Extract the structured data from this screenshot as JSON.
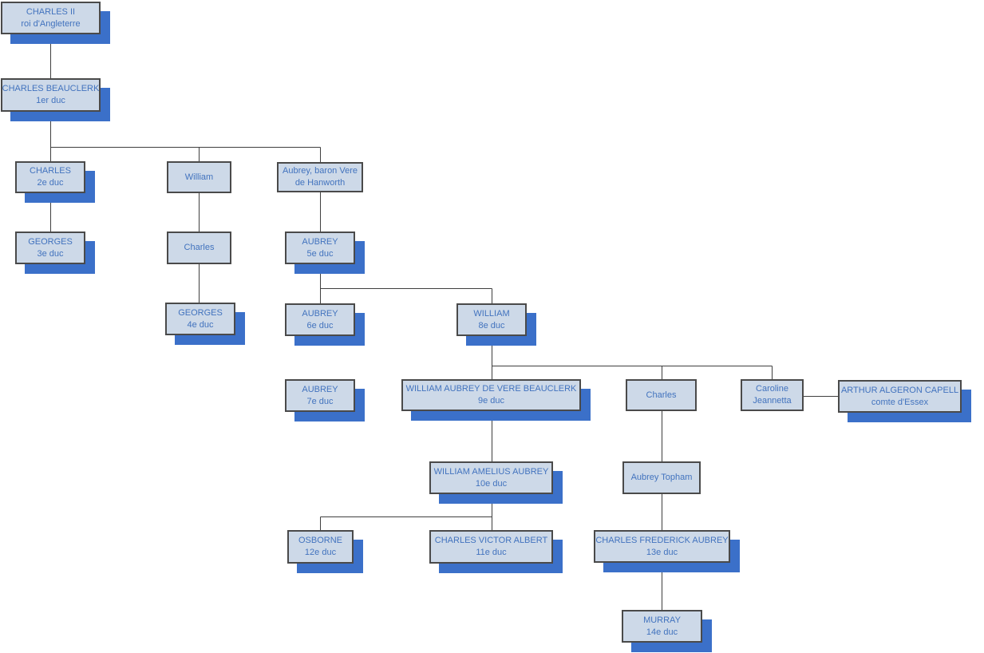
{
  "diagram": {
    "type": "family-tree",
    "description": "Genealogical chart of the Beauclerk dukes descended from Charles II"
  },
  "colors": {
    "background": "#ffffff",
    "box_fill": "#cdd9e8",
    "box_border": "#4a4a4a",
    "shadow": "#3b70c9",
    "text": "#4273be",
    "line": "#3f3f3f"
  },
  "nodes": [
    {
      "id": "charles-ii",
      "line1": "CHARLES II",
      "line2": "roi d'Angleterre"
    },
    {
      "id": "charles-beauclerk-1er",
      "line1": "CHARLES BEAUCLERK",
      "line2": "1er duc"
    },
    {
      "id": "charles-2e",
      "line1": "CHARLES",
      "line2": "2e duc"
    },
    {
      "id": "georges-3e",
      "line1": "GEORGES",
      "line2": "3e duc"
    },
    {
      "id": "william",
      "line1": "William",
      "line2": ""
    },
    {
      "id": "charles-fils",
      "line1": "Charles",
      "line2": ""
    },
    {
      "id": "georges-4e",
      "line1": "GEORGES",
      "line2": "4e duc"
    },
    {
      "id": "aubrey-baron-vere",
      "line1": "Aubrey, baron Vere",
      "line2": "de Hanworth"
    },
    {
      "id": "aubrey-5e",
      "line1": "AUBREY",
      "line2": "5e duc"
    },
    {
      "id": "aubrey-6e",
      "line1": "AUBREY",
      "line2": "6e duc"
    },
    {
      "id": "aubrey-7e",
      "line1": "AUBREY",
      "line2": "7e duc"
    },
    {
      "id": "william-8e",
      "line1": "WILLIAM",
      "line2": "8e duc"
    },
    {
      "id": "william-9e",
      "line1": "WILLIAM AUBREY DE VERE BEAUCLERK",
      "line2": "9e duc"
    },
    {
      "id": "charles-petit-fils",
      "line1": "Charles",
      "line2": ""
    },
    {
      "id": "caroline-jeannetta",
      "line1": "Caroline",
      "line2": "Jeannetta"
    },
    {
      "id": "arthur-capell",
      "line1": "ARTHUR ALGERON CAPELL",
      "line2": "comte d'Essex"
    },
    {
      "id": "william-10e",
      "line1": "WILLIAM AMELIUS AUBREY",
      "line2": "10e duc"
    },
    {
      "id": "aubrey-topham",
      "line1": "Aubrey Topham",
      "line2": ""
    },
    {
      "id": "osborne-12e",
      "line1": "OSBORNE",
      "line2": "12e duc"
    },
    {
      "id": "charles-victor-11e",
      "line1": "CHARLES VICTOR ALBERT",
      "line2": "11e duc"
    },
    {
      "id": "charles-frederick-13e",
      "line1": "CHARLES FREDERICK AUBREY",
      "line2": "13e duc"
    },
    {
      "id": "murray-14e",
      "line1": "MURRAY",
      "line2": "14e duc"
    }
  ],
  "edges": [
    {
      "from": "charles-ii",
      "to": "charles-beauclerk-1er",
      "type": "parent-child"
    },
    {
      "from": "charles-beauclerk-1er",
      "to": "charles-2e",
      "type": "parent-child"
    },
    {
      "from": "charles-beauclerk-1er",
      "to": "william",
      "type": "parent-child"
    },
    {
      "from": "charles-beauclerk-1er",
      "to": "aubrey-baron-vere",
      "type": "parent-child"
    },
    {
      "from": "charles-2e",
      "to": "georges-3e",
      "type": "parent-child"
    },
    {
      "from": "william",
      "to": "charles-fils",
      "type": "parent-child"
    },
    {
      "from": "charles-fils",
      "to": "georges-4e",
      "type": "parent-child"
    },
    {
      "from": "aubrey-baron-vere",
      "to": "aubrey-5e",
      "type": "parent-child"
    },
    {
      "from": "aubrey-5e",
      "to": "aubrey-6e",
      "type": "parent-child"
    },
    {
      "from": "aubrey-5e",
      "to": "william-8e",
      "type": "parent-child"
    },
    {
      "from": "aubrey-6e",
      "to": "aubrey-7e",
      "type": "parent-child"
    },
    {
      "from": "william-8e",
      "to": "william-9e",
      "type": "parent-child"
    },
    {
      "from": "william-8e",
      "to": "charles-petit-fils",
      "type": "parent-child"
    },
    {
      "from": "william-8e",
      "to": "caroline-jeannetta",
      "type": "parent-child"
    },
    {
      "from": "caroline-jeannetta",
      "to": "arthur-capell",
      "type": "marriage"
    },
    {
      "from": "william-9e",
      "to": "william-10e",
      "type": "parent-child"
    },
    {
      "from": "charles-petit-fils",
      "to": "aubrey-topham",
      "type": "parent-child"
    },
    {
      "from": "william-10e",
      "to": "osborne-12e",
      "type": "parent-child"
    },
    {
      "from": "william-10e",
      "to": "charles-victor-11e",
      "type": "parent-child"
    },
    {
      "from": "aubrey-topham",
      "to": "charles-frederick-13e",
      "type": "parent-child"
    },
    {
      "from": "charles-frederick-13e",
      "to": "murray-14e",
      "type": "parent-child"
    }
  ]
}
